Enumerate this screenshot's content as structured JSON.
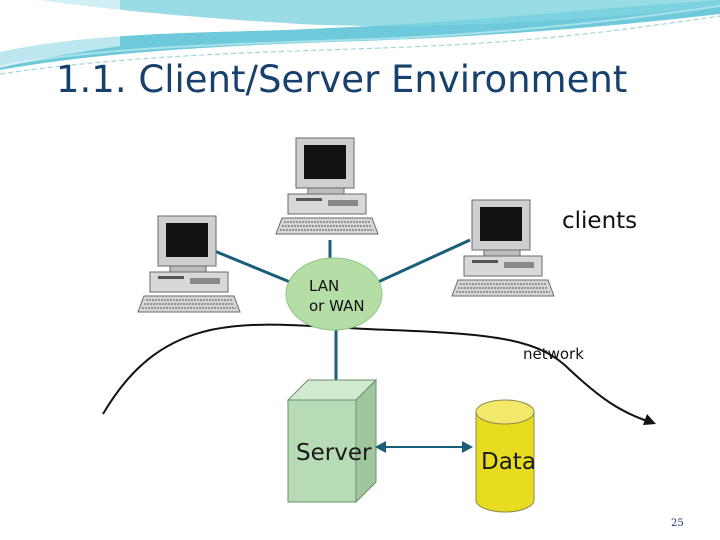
{
  "slide": {
    "title": "1.1.  Client/Server Environment",
    "page_number": "25"
  },
  "diagram": {
    "clients_label": "clients",
    "lan_label_line1": "LAN",
    "lan_label_line2": "or WAN",
    "network_label": "network",
    "server_label": "Server",
    "data_label": "Data",
    "nodes": [
      "client-computer-top",
      "client-computer-left",
      "client-computer-right",
      "lan-node",
      "server-box",
      "data-cylinder"
    ]
  },
  "colors": {
    "title": "#17406d",
    "header_band": "#5ec4d6",
    "lan_node": "#b5dea6",
    "server_box": "#b7dcb5",
    "data_cylinder": "#e8dc20",
    "connector": "#1b5e7a"
  }
}
